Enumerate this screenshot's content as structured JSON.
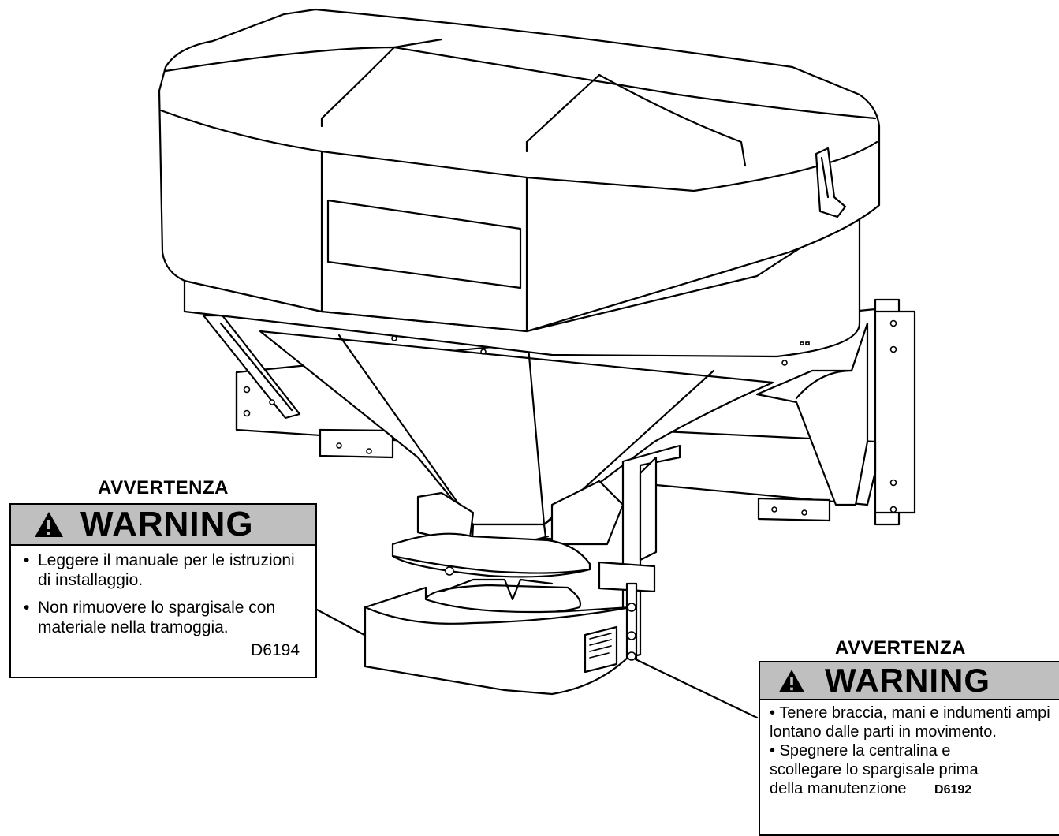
{
  "labels": [
    {
      "title": "AVVERTENZA",
      "signal_word": "WARNING",
      "bullets": [
        "Leggere il manuale per le istruzioni di installaggio.",
        "Non rimuovere lo spargisale con materiale nella tramoggia."
      ],
      "code": "D6194"
    },
    {
      "title": "AVVERTENZA",
      "signal_word": "WARNING",
      "bullets": [
        "Tenere braccia, mani e indumenti ampi lontano dalle parti in movimento.",
        "Spegnere la centralina e scollegare lo spargisale prima della manutenzione"
      ],
      "code": "D6192"
    }
  ],
  "icons": {
    "warning_symbol": "warning-triangle-icon"
  },
  "colors": {
    "decal_header": "#bfbfbf",
    "line": "#000000",
    "background": "#ffffff"
  }
}
